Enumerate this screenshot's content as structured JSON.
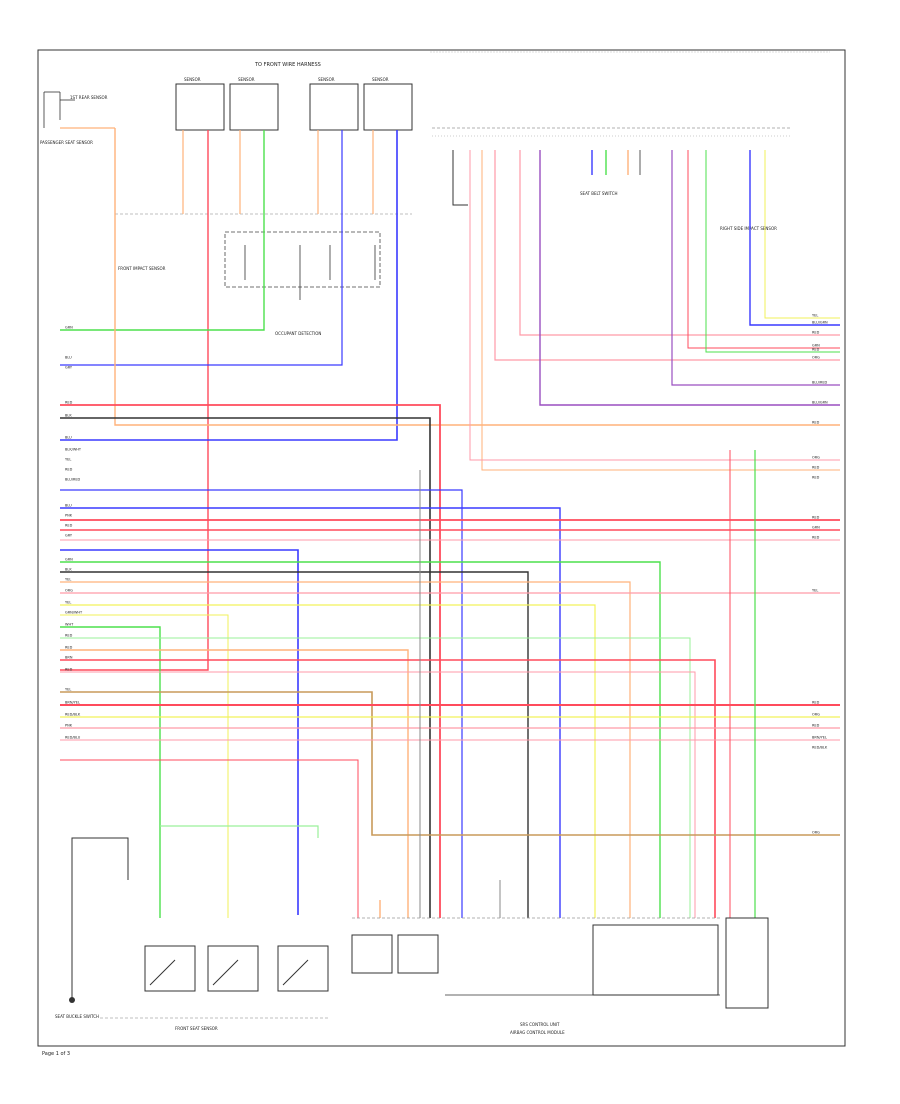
{
  "labels": {
    "top_harness": "TO FRONT WIRE HARNESS",
    "ignition_sensor": "1ST REAR SENSOR",
    "passenger_sensor": "PASSENGER SEAT SENSOR",
    "page_footer": "Page 1 of 3",
    "buckle_switch": "SEAT BUCKLE SWITCH",
    "restraint_unit": "SRS CONTROL UNIT",
    "front_seat_sensor": "FRONT SEAT SENSOR",
    "left_label": "FRONT IMPACT SENSOR",
    "seat_belt_sw": "SEAT BELT SWITCH",
    "occupant": "OCCUPANT DETECTION",
    "right_side": "RIGHT SIDE IMPACT SENSOR",
    "bottom_unit": "AIRBAG CONTROL MODULE"
  },
  "sensors_top": [
    "SENSOR",
    "SENSOR",
    "SENSOR",
    "SENSOR"
  ],
  "pin_labels_right": [
    "YEL",
    "BLU/GRN",
    "RED",
    "GRN",
    "RED",
    "ORG",
    "BLU/RED",
    "BLU/GRN",
    "RED",
    "ORG",
    "RED",
    "RED",
    "RED",
    "GRN",
    "RED",
    "YEL",
    "RED",
    "ORG",
    "RED",
    "BRN/YEL",
    "RED/BLK",
    "ORG"
  ],
  "pin_labels_left": [
    "GRN",
    "BLU",
    "GRY",
    "RED",
    "BLK",
    "BLU",
    "BLK/WHT",
    "YEL",
    "RED",
    "BLU/RED",
    "BLU",
    "PNK",
    "RED",
    "GRY",
    "GRN",
    "BLK",
    "YEL",
    "ORG",
    "YEL",
    "GRN/WHT",
    "WHT",
    "RED",
    "RED",
    "BRN",
    "RED",
    "YEL",
    "BRN/YEL",
    "RED/BLK",
    "PNK",
    "RED/BLU"
  ],
  "colors": {
    "orange": "#ffb27a",
    "red": "#ff4b5c",
    "pink": "#ff9aa8",
    "green": "#4de04d",
    "lightgreen": "#9af09a",
    "blue": "#3a3aff",
    "purple": "#9a4fc0",
    "yellow": "#f2f25a",
    "gray": "#888888",
    "black": "#333333",
    "brown": "#c89a5a"
  }
}
